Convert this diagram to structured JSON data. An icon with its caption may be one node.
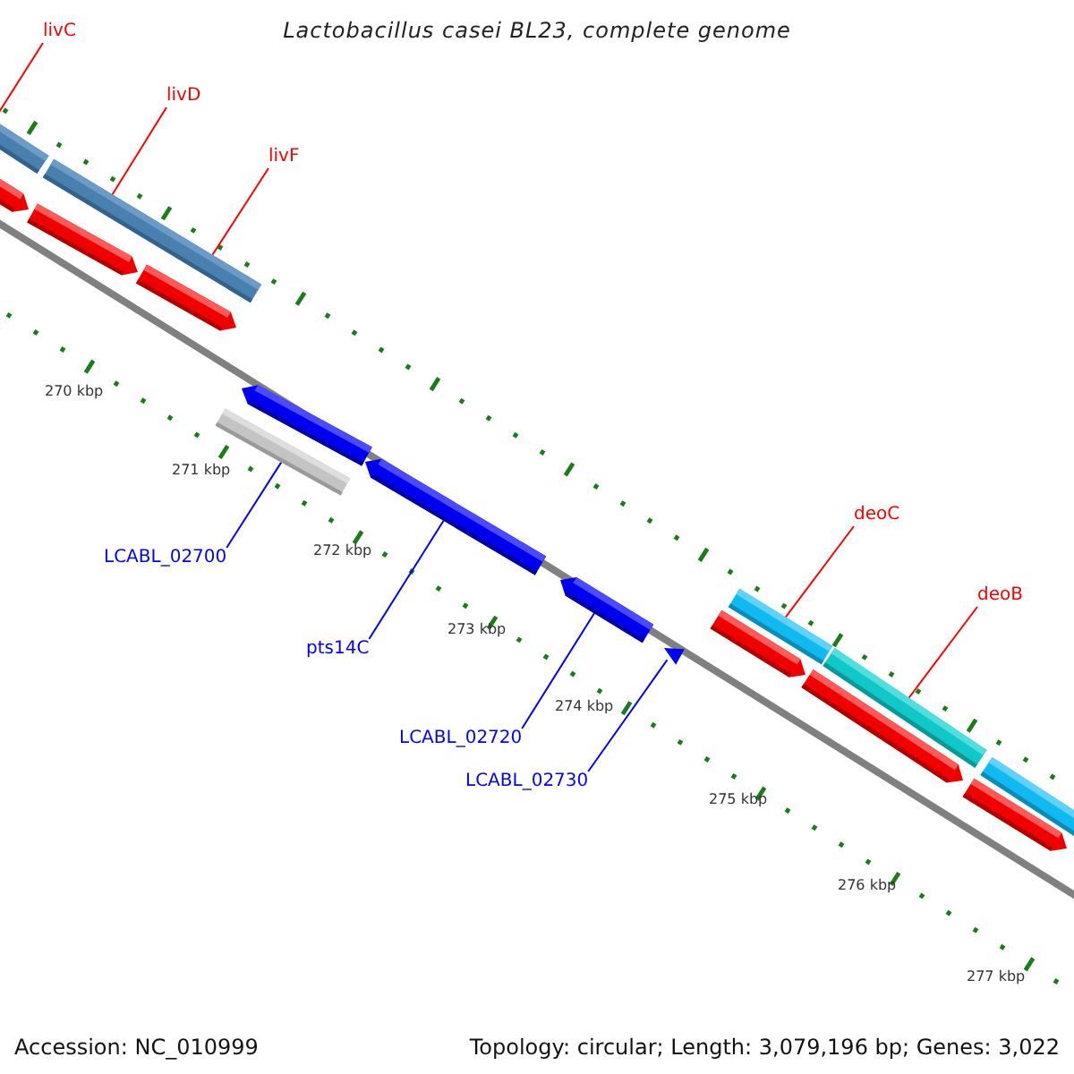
{
  "diagram": {
    "title": "Lactobacillus casei BL23, complete genome",
    "nodes": [
      {
        "text": [
          "livC"
        ]
      },
      {
        "text": [
          "livD"
        ]
      },
      {
        "text": [
          "livF"
        ]
      },
      {
        "text": [],
        "shape": "bar"
      },
      {
        "text": [],
        "shape": "bar"
      },
      {
        "text": [
          "deoC"
        ]
      },
      {
        "text": [
          "deoB"
        ]
      },
      {
        "text": [],
        "shape": "bar"
      },
      {
        "text": [],
        "shape": "bar"
      },
      {
        "text": [
          "LCABL_02700"
        ]
      },
      {
        "text": [],
        "shape": "bar"
      },
      {
        "text": [
          "pts14C"
        ]
      },
      {
        "text": [],
        "shape": "arrow"
      },
      {
        "text": [
          "LCABL_02720"
        ]
      },
      {
        "text": [],
        "shape": "arrow"
      },
      {
        "text": [
          "LCABL_02730"
        ]
      },
      {
        "text": [],
        "shape": "triangle"
      },
      {
        "text": [],
        "shape": "arrow"
      },
      {
        "text": [],
        "shape": "arrow"
      },
      {
        "text": [],
        "shape": "arrow"
      },
      {
        "text": [],
        "shape": "arrow"
      },
      {
        "text": [],
        "shape": "arrow"
      },
      {
        "text": [],
        "shape": "arrow"
      },
      {
        "text": [],
        "shape": "arrow"
      },
      {
        "text": [],
        "shape": "bar"
      }
    ],
    "edges": [
      {
        "from": 0,
        "to": 3,
        "arrow": "none"
      },
      {
        "from": 1,
        "to": 4,
        "arrow": "none"
      },
      {
        "from": 2,
        "to": 4,
        "arrow": "none"
      },
      {
        "from": 5,
        "to": 7,
        "arrow": "none"
      },
      {
        "from": 6,
        "to": 8,
        "arrow": "none"
      },
      {
        "from": 9,
        "to": 10,
        "arrow": "none",
        "color": "#0000ff"
      },
      {
        "from": 11,
        "to": 12,
        "arrow": "none",
        "color": "#0000ff"
      },
      {
        "from": 13,
        "to": 14,
        "arrow": "none",
        "color": "#0000ff"
      },
      {
        "from": 15,
        "to": 16,
        "arrow": "none",
        "color": "#0000ff"
      }
    ],
    "labels": [
      "270 kbp",
      "271 kbp",
      "272 kbp",
      "273 kbp",
      "274 kbp",
      "275 kbp",
      "276 kbp",
      "277 kbp",
      "Accession: NC_010999",
      "Topology: circular; Length: 3,079,196 bp; Genes: 3,022"
    ]
  }
}
